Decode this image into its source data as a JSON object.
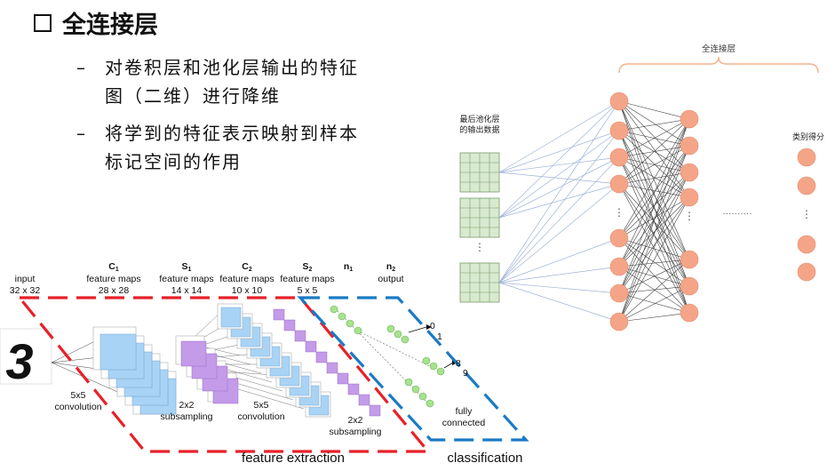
{
  "heading": "全连接层",
  "bullets": [
    {
      "dash": "–",
      "lines": [
        "对卷积层和池化层输出的特征",
        "图（二维）进行降维"
      ]
    },
    {
      "dash": "–",
      "lines": [
        "将学到的特征表示映射到样本",
        "标记空间的作用"
      ]
    }
  ],
  "fc_diagram": {
    "title": "全连接层",
    "input_label_line1": "最后池化层",
    "input_label_line2": "的输出数据",
    "output_label": "类别得分",
    "dots_vertical": "⋮",
    "dots_horizontal": "··········",
    "colors": {
      "node": "#f4a587",
      "node_stroke": "#e8876a",
      "grid": "#d8ead0",
      "bracket": "#f3b38a"
    }
  },
  "cnn_diagram": {
    "layers": [
      {
        "key": "input",
        "line1": "input",
        "line2": "32 x 32"
      },
      {
        "key": "c1",
        "head": "C",
        "sub": "1",
        "line1": "feature maps",
        "line2": "28 x 28"
      },
      {
        "key": "s1",
        "head": "S",
        "sub": "1",
        "line1": "feature maps",
        "line2": "14 x 14"
      },
      {
        "key": "c2",
        "head": "C",
        "sub": "2",
        "line1": "feature maps",
        "line2": "10 x 10"
      },
      {
        "key": "s2",
        "head": "S",
        "sub": "2",
        "line1": "feature maps",
        "line2": "5 x 5"
      },
      {
        "key": "n1",
        "head": "n",
        "sub": "1"
      },
      {
        "key": "n2",
        "head": "n",
        "sub": "2",
        "line1": "output"
      }
    ],
    "ops": {
      "conv1": [
        "5x5",
        "convolution"
      ],
      "sub1": [
        "2x2",
        "subsampling"
      ],
      "conv2": [
        "5x5",
        "convolution"
      ],
      "sub2": [
        "2x2",
        "subsampling"
      ],
      "fully": [
        "fully",
        "connected"
      ]
    },
    "digit": "3",
    "outputs": [
      "0",
      "1",
      "8",
      "9"
    ],
    "sections": {
      "feature": "feature extraction",
      "classification": "classification"
    },
    "colors": {
      "feature": "#e8202a",
      "classification": "#1a7ac4",
      "blue_map": "#a9d3f5",
      "purple_map": "#c39be8",
      "neuron": "#a6e38e"
    }
  }
}
